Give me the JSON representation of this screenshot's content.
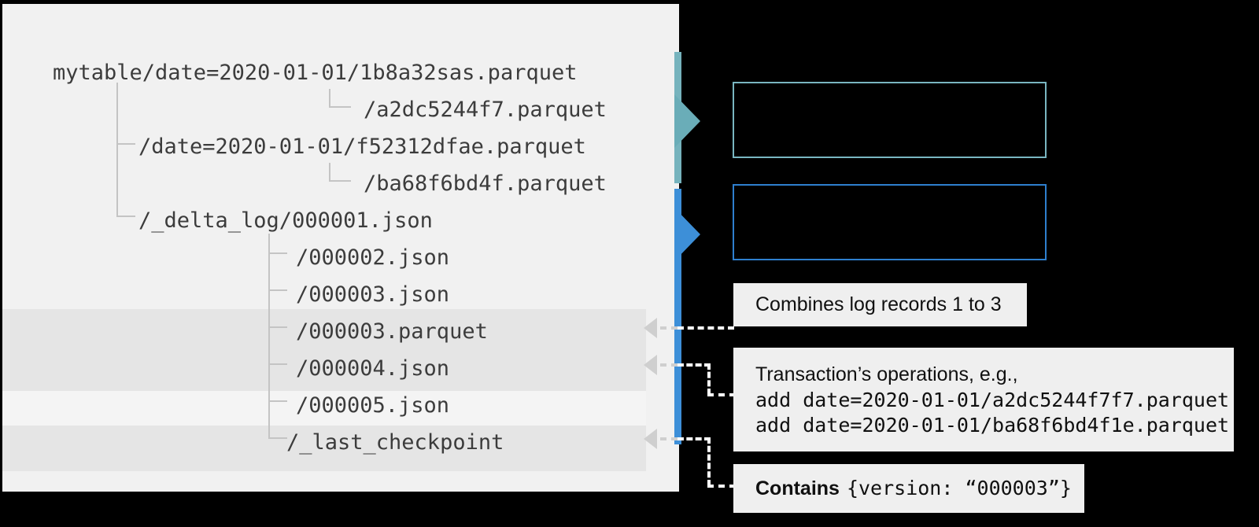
{
  "diagram": {
    "title_visible": false,
    "colors": {
      "panel_bg": "#f1f1f1",
      "canvas_bg": "#000000",
      "stripe_dark": "#e5e5e5",
      "stripe_light": "#f4f4f4",
      "teal_accent": "#76b3bd",
      "blue_accent": "#3d8fd8",
      "teal_box_border": "#79b6c1",
      "blue_box_border": "#2e7fce",
      "note_bg": "#efefef",
      "tree_line": "#c4c4c4",
      "mono_text": "#3c3c3c",
      "note_text": "#101010",
      "leader_line": "#ffffff",
      "arrow_head": "#cfcfcf"
    }
  },
  "file_tree": {
    "rows": [
      {
        "id": "row-root",
        "label": "mytable/date=2020-01-01/1b8a32sas.parquet"
      },
      {
        "id": "row-a2dc",
        "label": "/a2dc5244f7.parquet"
      },
      {
        "id": "row-date2",
        "label": "/date=2020-01-01/f52312dfae.parquet"
      },
      {
        "id": "row-ba68",
        "label": "/ba68f6bd4f.parquet"
      },
      {
        "id": "row-delta-log",
        "label": "/_delta_log/000001.json"
      },
      {
        "id": "row-000002-json",
        "label": "/000002.json"
      },
      {
        "id": "row-000003-json",
        "label": "/000003.json"
      },
      {
        "id": "row-000003-parquet",
        "label": "/000003.parquet"
      },
      {
        "id": "row-000004-json",
        "label": "/000004.json"
      },
      {
        "id": "row-000005-json",
        "label": "/000005.json"
      },
      {
        "id": "row-last-checkpoint",
        "label": "/_last_checkpoint"
      }
    ]
  },
  "outlined_boxes": [
    {
      "id": "teal-empty-box",
      "accent": "teal"
    },
    {
      "id": "blue-empty-box",
      "accent": "blue"
    }
  ],
  "notes": {
    "checkpoint_note": {
      "line1": "Combines log records 1 to 3"
    },
    "transaction_note": {
      "line1": "Transaction’s operations, e.g.,",
      "line2": "add date=2020-01-01/a2dc5244f7f7.parquet",
      "line3": "add date=2020-01-01/ba68f6bd4f1e.parquet"
    },
    "last_checkpoint_note": {
      "bold_label": "Contains",
      "value": "{version: “000003”}"
    }
  }
}
